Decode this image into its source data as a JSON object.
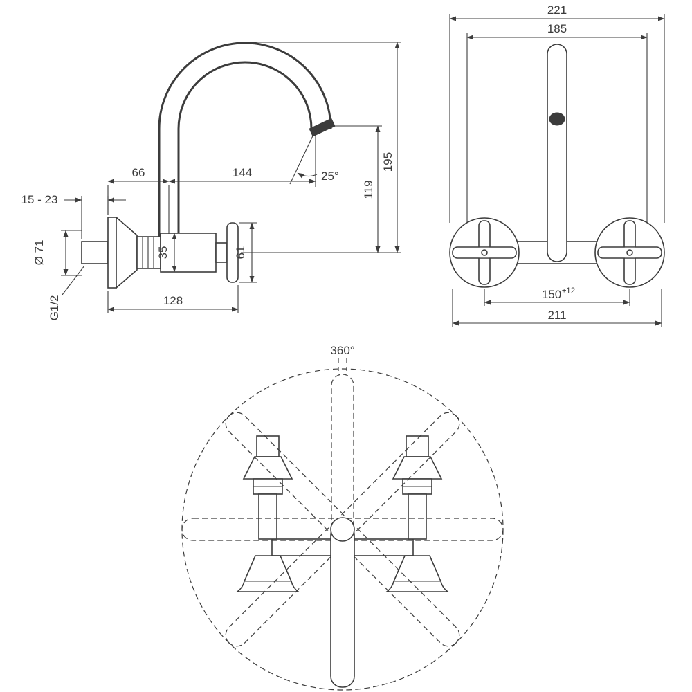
{
  "drawing": {
    "side_view": {
      "dims": {
        "wall_depth": "15 - 23",
        "flange_dia": "Ø 71",
        "thread": "G1/2",
        "d66": "66",
        "d144": "144",
        "angle25": "25°",
        "d119": "119",
        "d195": "195",
        "d35": "35",
        "d61": "61",
        "d128": "128"
      }
    },
    "front_view": {
      "dims": {
        "d221": "221",
        "d185": "185",
        "d150_base": "150",
        "d150_tol": "±12",
        "d211": "211"
      }
    },
    "top_view": {
      "dims": {
        "rotation": "360°"
      }
    }
  }
}
